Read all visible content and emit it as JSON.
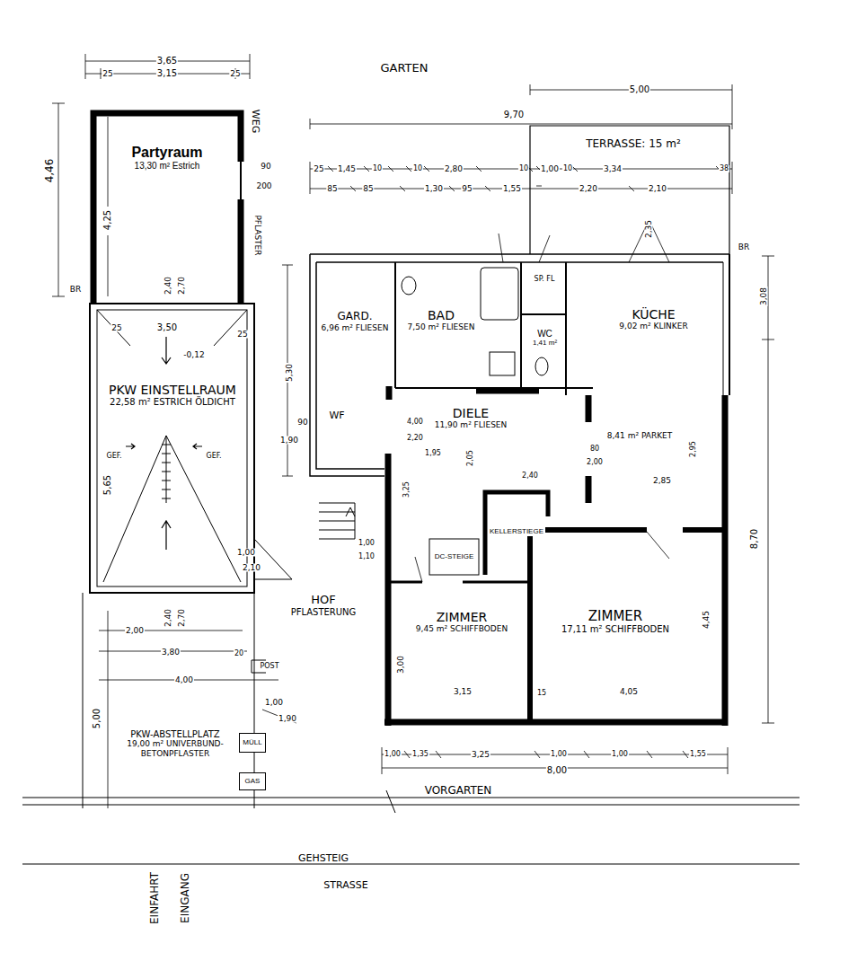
{
  "diagram": {
    "nodes": [
      {
        "text": [
          "Partyraum",
          "13,30 m² Estrich"
        ]
      },
      {
        "text": [
          "TERRASSE: 15 m²"
        ]
      },
      {
        "text": [
          "GARD.",
          "6,96 m² FLIESEN"
        ]
      },
      {
        "text": [
          "BAD",
          "7,50 m² FLIESEN"
        ]
      },
      {
        "text": [
          "SP. FL"
        ]
      },
      {
        "text": [
          "WC",
          "1,41 m²"
        ]
      },
      {
        "text": [
          "KÜCHE",
          "9,02 m² KLINKER"
        ]
      },
      {
        "text": [
          "8,41 m² PARKET"
        ]
      },
      {
        "text": [
          "PKW EINSTELLRAUM",
          "22,58 m² ESTRICH ÖLDICHT"
        ]
      },
      {
        "text": [
          "DIELE",
          "11,90 m² FLIESEN"
        ]
      },
      {
        "text": [
          "KELLERSTIEGE"
        ]
      },
      {
        "text": [
          "DC-STEIGE"
        ]
      },
      {
        "text": [
          "HOF",
          "PFLASTERUNG"
        ]
      },
      {
        "text": [
          "ZIMMER",
          "9,45 m² SCHIFFBODEN"
        ]
      },
      {
        "text": [
          "ZIMMER",
          "17,11 m² SCHIFFBODEN"
        ]
      },
      {
        "text": [
          "PKW-ABSTELLPLATZ",
          "19,00 m² UNIVERBUND-BETONPFLASTER"
        ]
      },
      {
        "text": [
          "MÜLL"
        ]
      },
      {
        "text": [
          "GAS"
        ]
      }
    ],
    "labels": [
      "GARTEN",
      "WEG",
      "PFLASTER",
      "3,65",
      "25",
      "3,15",
      "25",
      "4,46",
      "4,25",
      "90",
      "200",
      "BR",
      "2,40",
      "2,70",
      "25",
      "3,50",
      "25",
      "-0,12",
      "5,65",
      "GEF.",
      "GEF.",
      "1,00",
      "2,10",
      "2,40",
      "2,70",
      "2,00",
      "3,80",
      "20",
      "4,00",
      "POST",
      "1,00",
      "1,90",
      "5,00",
      "5,00",
      "9,70",
      "25",
      "1,45",
      "10",
      "10",
      "2,80",
      "10",
      "1,00",
      "10",
      "3,34",
      "38",
      "85",
      "85",
      "1,30",
      "95",
      "1,55",
      "2,20",
      "2,10",
      "2,35",
      "BR",
      "3,08",
      "5,30",
      "90",
      "1,90",
      "WF",
      "4,00",
      "2,20",
      "1,95",
      "2,05",
      "80",
      "2,00",
      "2,40",
      "2,85",
      "2,95",
      "3,25",
      "1,00",
      "1,10",
      "8,70",
      "4,45",
      "3,00",
      "3,15",
      "15",
      "4,05",
      "1,00",
      "1,35",
      "3,25",
      "1,00",
      "1,00",
      "1,55",
      "8,00",
      "VORGARTEN",
      "GEHSTEIG",
      "STRASSE",
      "EINFAHRT",
      "EINGANG"
    ]
  }
}
